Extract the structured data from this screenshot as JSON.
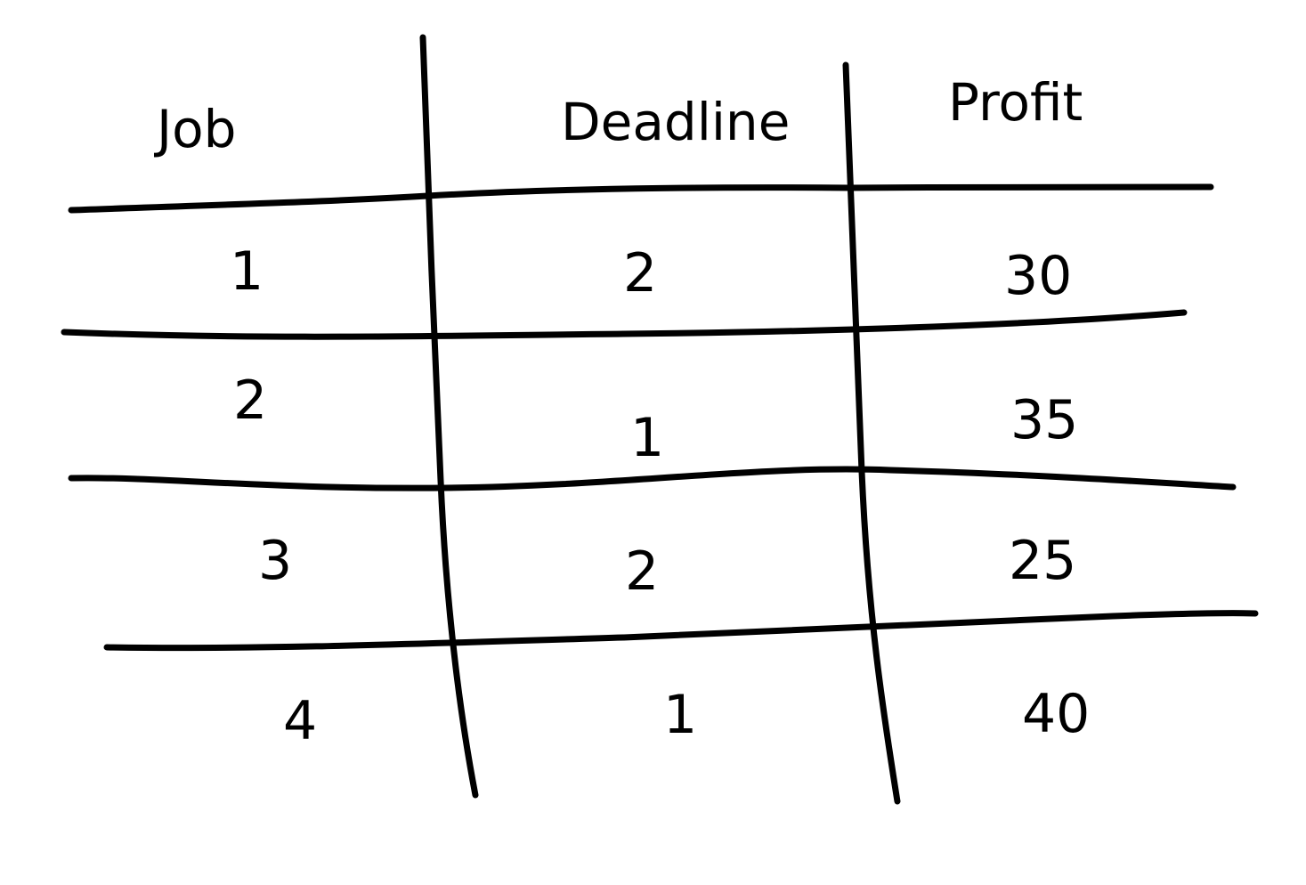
{
  "table": {
    "columns": [
      "Job",
      "Deadline",
      "Profit"
    ],
    "rows": [
      [
        "1",
        "2",
        "30"
      ],
      [
        "2",
        "1",
        "35"
      ],
      [
        "3",
        "2",
        "25"
      ],
      [
        "4",
        "1",
        "40"
      ]
    ]
  },
  "colors": {
    "ink": "#000000",
    "paper": "#ffffff"
  }
}
